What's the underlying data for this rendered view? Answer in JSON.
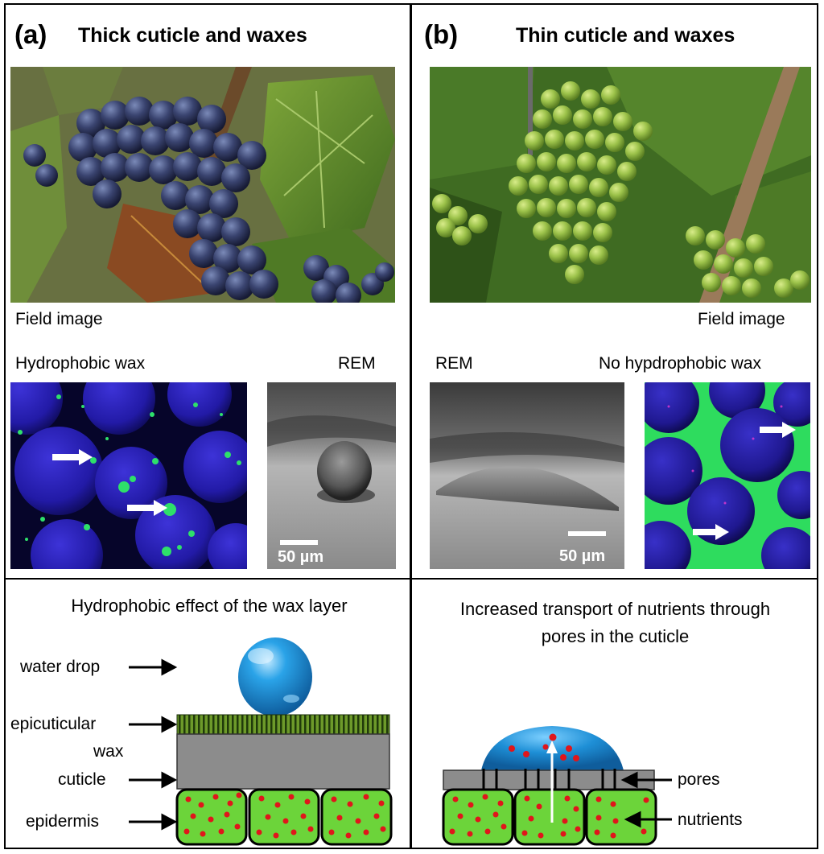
{
  "panels": {
    "a": {
      "label": "(a)",
      "title": "Thick cuticle and waxes",
      "field_caption": "Field image",
      "wax_caption": "Hydrophobic wax",
      "rem_caption": "REM",
      "scale_text": "50 µm"
    },
    "b": {
      "label": "(b)",
      "title": "Thin cuticle and waxes",
      "field_caption": "Field image",
      "rem_caption": "REM",
      "wax_caption": "No hypdrophobic wax",
      "scale_text": "50 µm"
    }
  },
  "diagram_left": {
    "title": "Hydrophobic effect of the wax layer",
    "labels": {
      "water_drop": "water drop",
      "epicuticular_1": "epicuticular",
      "epicuticular_2": "wax",
      "cuticle": "cuticle",
      "epidermis": "epidermis"
    }
  },
  "diagram_right": {
    "title_line1": "Increased transport of nutrients through",
    "title_line2": "pores in the cuticle",
    "labels": {
      "pores": "pores",
      "nutrients": "nutrients"
    }
  },
  "colors": {
    "cell_green": "#6cd43a",
    "nutrient_red": "#e0161b",
    "cuticle_gray": "#8c8c8c",
    "wax_green": "#3d6b1a",
    "drop_blue": "#1e8fd6",
    "fluor_blue": "#1f1aa8",
    "fluor_green": "#2ee06a"
  }
}
